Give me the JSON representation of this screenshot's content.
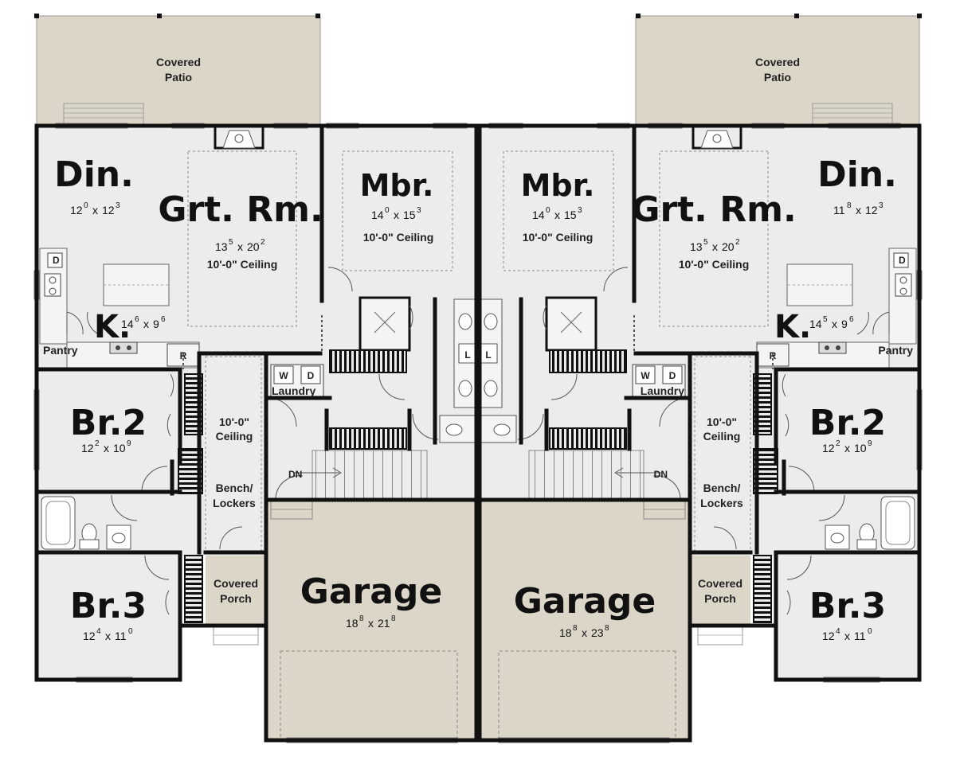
{
  "units": [
    {
      "patio": {
        "line1": "Covered",
        "line2": "Patio"
      },
      "dining": {
        "name": "Din.",
        "dim": {
          "a": "12",
          "a_in": "0",
          "b": "12",
          "b_in": "3"
        }
      },
      "great_room": {
        "name": "Grt. Rm.",
        "dim": {
          "a": "13",
          "a_in": "5",
          "b": "20",
          "b_in": "2"
        },
        "ceiling": "10'-0\" Ceiling"
      },
      "master": {
        "name": "Mbr.",
        "dim": {
          "a": "14",
          "a_in": "0",
          "b": "15",
          "b_in": "3"
        },
        "ceiling": "10'-0\" Ceiling"
      },
      "kitchen": {
        "name": "K.",
        "dim": {
          "a": "14",
          "a_in": "6",
          "b": "9",
          "b_in": "6"
        }
      },
      "pantry": "Pantry",
      "appliance_d": "D",
      "appliance_r": "R",
      "laundry": {
        "name": "Laundry",
        "washer": "W",
        "dryer": "D"
      },
      "closet_l": "L",
      "hall_ceiling": {
        "line1": "10'-0\"",
        "line2": "Ceiling"
      },
      "bench": {
        "line1": "Bench/",
        "line2": "Lockers"
      },
      "stair": "DN",
      "br2": {
        "name": "Br.2",
        "dim": {
          "a": "12",
          "a_in": "2",
          "b": "10",
          "b_in": "9"
        }
      },
      "br3": {
        "name": "Br.3",
        "dim": {
          "a": "12",
          "a_in": "4",
          "b": "11",
          "b_in": "0"
        }
      },
      "porch": {
        "line1": "Covered",
        "line2": "Porch"
      },
      "garage": {
        "name": "Garage",
        "dim": {
          "a": "18",
          "a_in": "8",
          "b": "21",
          "b_in": "8"
        }
      }
    },
    {
      "patio": {
        "line1": "Covered",
        "line2": "Patio"
      },
      "dining": {
        "name": "Din.",
        "dim": {
          "a": "11",
          "a_in": "8",
          "b": "12",
          "b_in": "3"
        }
      },
      "great_room": {
        "name": "Grt. Rm.",
        "dim": {
          "a": "13",
          "a_in": "5",
          "b": "20",
          "b_in": "2"
        },
        "ceiling": "10'-0\" Ceiling"
      },
      "master": {
        "name": "Mbr.",
        "dim": {
          "a": "14",
          "a_in": "0",
          "b": "15",
          "b_in": "3"
        },
        "ceiling": "10'-0\" Ceiling"
      },
      "kitchen": {
        "name": "K.",
        "dim": {
          "a": "14",
          "a_in": "5",
          "b": "9",
          "b_in": "6"
        }
      },
      "pantry": "Pantry",
      "appliance_d": "D",
      "appliance_r": "R",
      "laundry": {
        "name": "Laundry",
        "washer": "W",
        "dryer": "D"
      },
      "closet_l": "L",
      "hall_ceiling": {
        "line1": "10'-0\"",
        "line2": "Ceiling"
      },
      "bench": {
        "line1": "Bench/",
        "line2": "Lockers"
      },
      "stair": "DN",
      "br2": {
        "name": "Br.2",
        "dim": {
          "a": "12",
          "a_in": "2",
          "b": "10",
          "b_in": "9"
        }
      },
      "br3": {
        "name": "Br.3",
        "dim": {
          "a": "12",
          "a_in": "4",
          "b": "11",
          "b_in": "0"
        }
      },
      "porch": {
        "line1": "Covered",
        "line2": "Porch"
      },
      "garage": {
        "name": "Garage",
        "dim": {
          "a": "18",
          "a_in": "8",
          "b": "23",
          "b_in": "8"
        }
      }
    }
  ],
  "colors": {
    "floor": "#ececec",
    "patio": "#dcd6c8",
    "wall": "#111111",
    "detail": "#555555"
  }
}
